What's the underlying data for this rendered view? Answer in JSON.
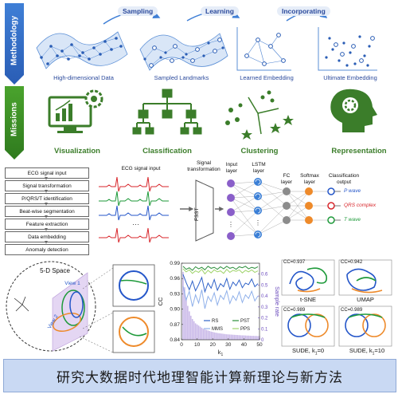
{
  "side_labels": {
    "methodology": "Methodology",
    "missions": "Missions"
  },
  "process": {
    "sampling": "Sampling",
    "learning": "Learning",
    "incorporating": "Incorporating"
  },
  "methodology_captions": [
    "High-dimensional Data",
    "Sampled Landmarks",
    "Learned Embedding",
    "Ultimate Embedding"
  ],
  "missions": [
    "Visualization",
    "Classification",
    "Clustering",
    "Representation"
  ],
  "pipeline_steps": [
    "ECG signal input",
    "Signal transformation",
    "P/QRS/T identification",
    "Beat-wise segmentation",
    "Feature extraction",
    "Data embedding",
    "Anomaly detection"
  ],
  "network": {
    "ecg_input": "ECG signal input",
    "signal_transformation": "Signal transformation",
    "fsst": "FSST",
    "input_layer": "Input layer",
    "lstm_layer": "LSTM layer",
    "fc_layer": "FC layer",
    "softmax_layer": "Softmax layer",
    "classification_output": "Classification output",
    "outputs": [
      {
        "label": "P wave",
        "color": "#2456c9"
      },
      {
        "label": "QRS complex",
        "color": "#d8262b"
      },
      {
        "label": "T wave",
        "color": "#1e9a3a"
      }
    ]
  },
  "space": {
    "title": "5-D Space",
    "view1": "View 1",
    "view2": "View 2"
  },
  "chart_data": {
    "type": "line",
    "xlabel": "k",
    "xlabel_sub": "1",
    "ylabel": "CC",
    "ylabel_right": "Sample rate",
    "xlim": [
      0,
      50
    ],
    "ylim": [
      0.84,
      0.99
    ],
    "ylim_right": [
      0,
      0.7
    ],
    "xticks": [
      0,
      10,
      20,
      30,
      40,
      50
    ],
    "yticks": [
      0.84,
      0.87,
      0.9,
      0.93,
      0.96,
      0.99
    ],
    "yticks_right": [
      0,
      0.1,
      0.2,
      0.3,
      0.4,
      0.5,
      0.6
    ],
    "series": [
      {
        "name": "RS",
        "color": "#2f62c8",
        "x": [
          1,
          3,
          5,
          7,
          9,
          11,
          13,
          15,
          17,
          19,
          21,
          23,
          25,
          27,
          29,
          31,
          33,
          35,
          37,
          39,
          41,
          43,
          45,
          47,
          49
        ],
        "values": [
          0.968,
          0.952,
          0.938,
          0.955,
          0.936,
          0.948,
          0.962,
          0.934,
          0.951,
          0.941,
          0.958,
          0.937,
          0.95,
          0.944,
          0.96,
          0.939,
          0.953,
          0.946,
          0.957,
          0.942,
          0.951,
          0.948,
          0.959,
          0.944,
          0.95
        ]
      },
      {
        "name": "MMS",
        "color": "#8fb0ea",
        "x": [
          1,
          3,
          5,
          7,
          9,
          11,
          13,
          15,
          17,
          19,
          21,
          23,
          25,
          27,
          29,
          31,
          33,
          35,
          37,
          39,
          41,
          43,
          45,
          47,
          49
        ],
        "values": [
          0.945,
          0.918,
          0.935,
          0.905,
          0.928,
          0.912,
          0.938,
          0.901,
          0.925,
          0.915,
          0.932,
          0.908,
          0.927,
          0.919,
          0.936,
          0.911,
          0.926,
          0.917,
          0.934,
          0.913,
          0.928,
          0.921,
          0.935,
          0.916,
          0.926
        ]
      },
      {
        "name": "PST",
        "color": "#2b8f3a",
        "x": [
          1,
          3,
          5,
          7,
          9,
          11,
          13,
          15,
          17,
          19,
          21,
          23,
          25,
          27,
          29,
          31,
          33,
          35,
          37,
          39,
          41,
          43,
          45,
          47,
          49
        ],
        "values": [
          0.984,
          0.978,
          0.981,
          0.976,
          0.983,
          0.979,
          0.982,
          0.977,
          0.984,
          0.98,
          0.982,
          0.978,
          0.983,
          0.979,
          0.984,
          0.98,
          0.982,
          0.978,
          0.983,
          0.981,
          0.984,
          0.979,
          0.982,
          0.98,
          0.983
        ]
      },
      {
        "name": "PPS",
        "color": "#9fd36a",
        "x": [
          1,
          3,
          5,
          7,
          9,
          11,
          13,
          15,
          17,
          19,
          21,
          23,
          25,
          27,
          29,
          31,
          33,
          35,
          37,
          39,
          41,
          43,
          45,
          47,
          49
        ],
        "values": [
          0.979,
          0.973,
          0.977,
          0.97,
          0.975,
          0.972,
          0.978,
          0.969,
          0.976,
          0.971,
          0.977,
          0.973,
          0.975,
          0.97,
          0.978,
          0.972,
          0.976,
          0.974,
          0.977,
          0.971,
          0.976,
          0.973,
          0.977,
          0.972,
          0.975
        ]
      }
    ],
    "bars": {
      "name": "Sample rate",
      "color": "#c9b8e8",
      "x": [
        1,
        2,
        3,
        4,
        5,
        6,
        7,
        8,
        9,
        10,
        11,
        12,
        13,
        14,
        15,
        16,
        17,
        18,
        19,
        20,
        21,
        22,
        23,
        24,
        25,
        26,
        27,
        28,
        29,
        30,
        31,
        32,
        33,
        34,
        35,
        36,
        37,
        38,
        39,
        40,
        41,
        42,
        43,
        44,
        45,
        46,
        47,
        48,
        49,
        50
      ],
      "values": [
        0.62,
        0.48,
        0.38,
        0.31,
        0.26,
        0.22,
        0.19,
        0.17,
        0.15,
        0.14,
        0.13,
        0.12,
        0.11,
        0.1,
        0.095,
        0.09,
        0.085,
        0.08,
        0.075,
        0.072,
        0.068,
        0.065,
        0.062,
        0.06,
        0.058,
        0.056,
        0.054,
        0.052,
        0.05,
        0.049,
        0.048,
        0.047,
        0.046,
        0.045,
        0.044,
        0.043,
        0.042,
        0.041,
        0.04,
        0.04,
        0.039,
        0.038,
        0.038,
        0.037,
        0.036,
        0.036,
        0.035,
        0.035,
        0.034,
        0.034
      ]
    }
  },
  "embeddings": [
    {
      "cc": "CC=0.937",
      "label": "t-SNE"
    },
    {
      "cc": "CC=0.942",
      "label": "UMAP"
    },
    {
      "cc": "CC=0.989",
      "label": "SUDE, k",
      "sub": "1",
      "suffix": "=0"
    },
    {
      "cc": "CC=0.989",
      "label": "SUDE, k",
      "sub": "1",
      "suffix": "=10"
    }
  ],
  "banner": "研究大数据时代地理智能计算新理论与新方法"
}
